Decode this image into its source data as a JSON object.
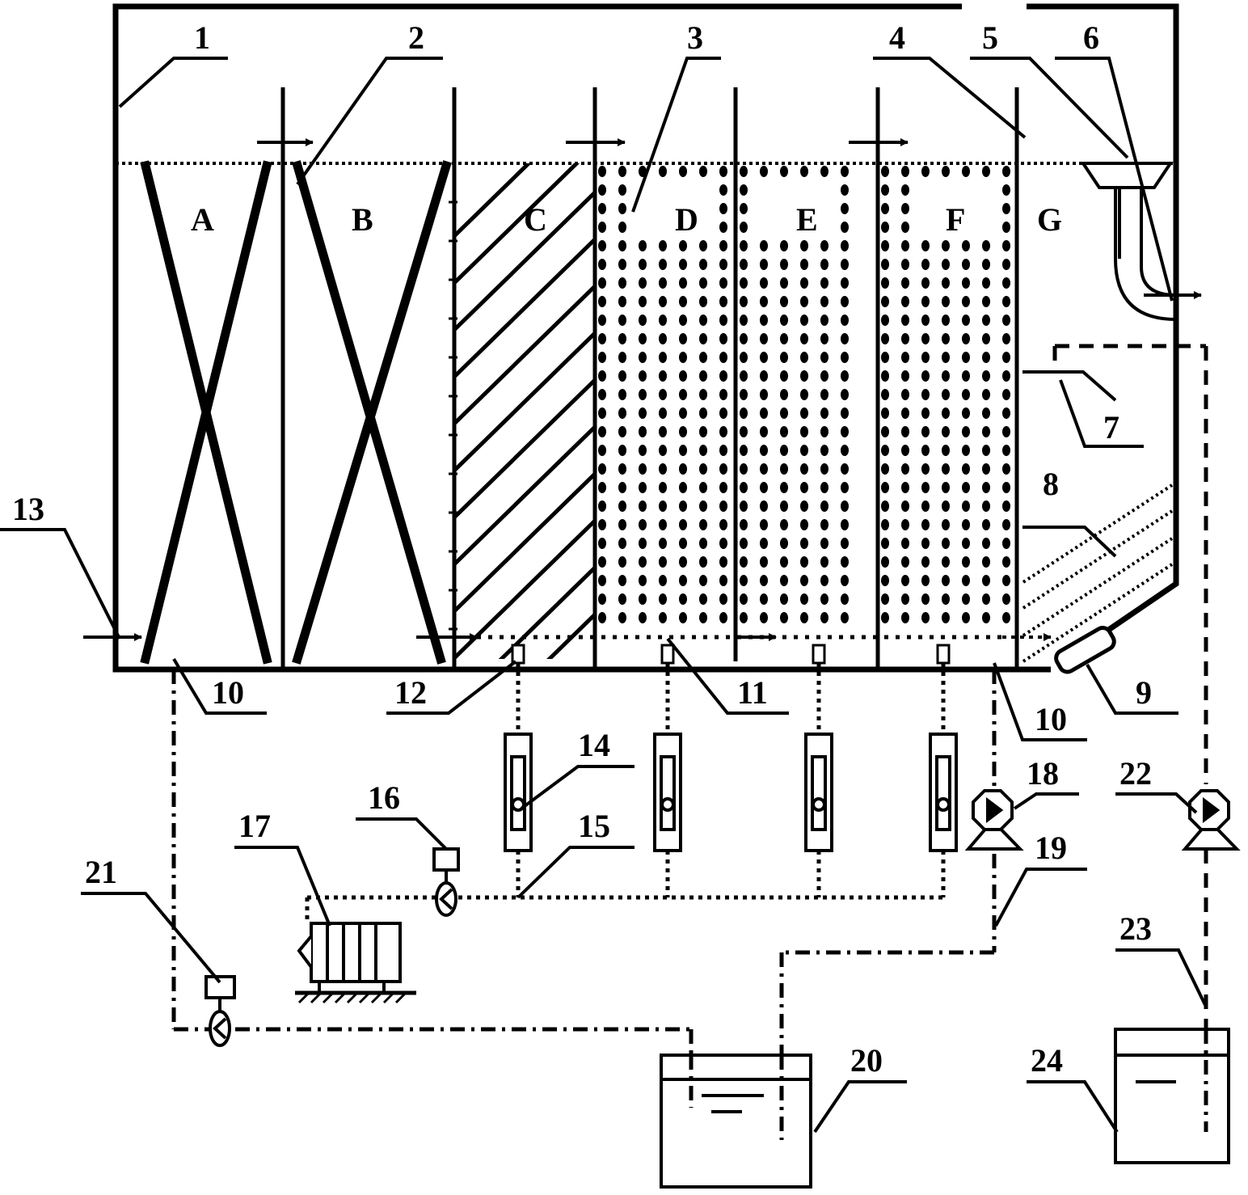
{
  "zones": [
    "A",
    "B",
    "C",
    "D",
    "E",
    "F",
    "G"
  ],
  "labels": [
    "1",
    "2",
    "3",
    "4",
    "5",
    "6",
    "7",
    "8",
    "9",
    "10",
    "10",
    "11",
    "12",
    "13",
    "14",
    "15",
    "16",
    "17",
    "18",
    "19",
    "20",
    "21",
    "22",
    "23",
    "24"
  ],
  "colors": {
    "ink": "#000000",
    "background": "#ffffff"
  }
}
